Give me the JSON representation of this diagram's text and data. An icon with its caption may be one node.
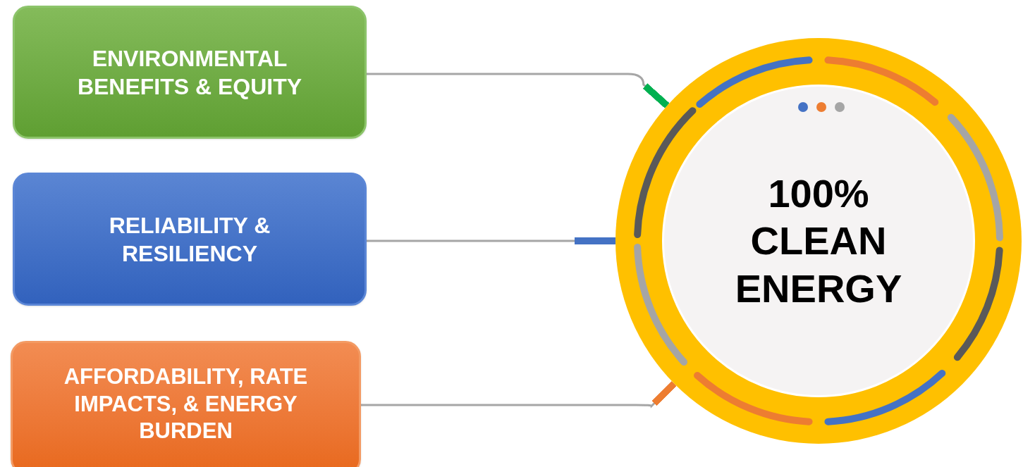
{
  "diagram": {
    "nodes": [
      {
        "text": [
          "ENVIRONMENTAL BENEFITS & EQUITY"
        ]
      },
      {
        "text": [
          "RELIABILITY & RESILIENCY"
        ]
      },
      {
        "text": [
          "AFFORDABILITY, RATE IMPACTS, & ENERGY BURDEN"
        ]
      },
      {
        "text": [
          "100% CLEAN ENERGY"
        ]
      }
    ],
    "edges": [
      {
        "from": 0,
        "to": 3,
        "arrow": "other"
      },
      {
        "from": 1,
        "to": 3,
        "arrow": "other"
      },
      {
        "from": 2,
        "to": 3,
        "arrow": "other"
      }
    ]
  }
}
